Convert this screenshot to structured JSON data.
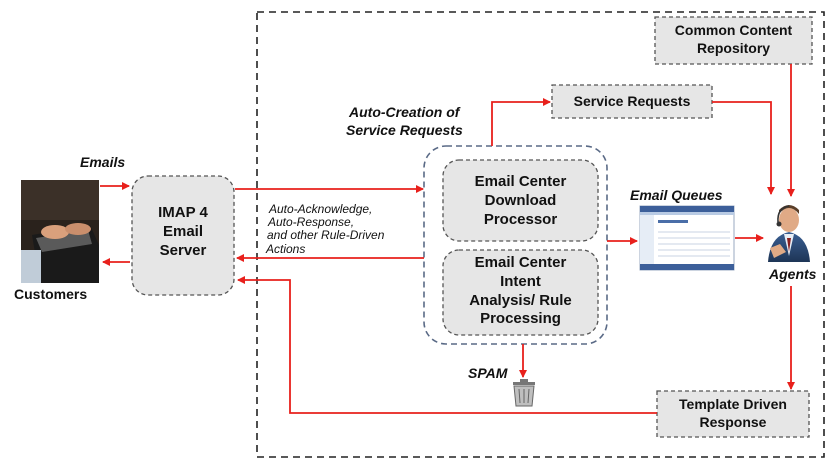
{
  "boxes": {
    "common_content_line1": "Common Content",
    "common_content_line2": "Repository",
    "service_requests": "Service Requests",
    "download_line1": "Email Center",
    "download_line2": "Download",
    "download_line3": "Processor",
    "intent_line1": "Email Center",
    "intent_line2": "Intent",
    "intent_line3": "Analysis/ Rule",
    "intent_line4": "Processing",
    "imap_line1": "IMAP 4",
    "imap_line2": "Email",
    "imap_line3": "Server",
    "template_line1": "Template Driven",
    "template_line2": "Response"
  },
  "labels": {
    "emails": "Emails",
    "customers": "Customers",
    "agents": "Agents",
    "email_queues": "Email Queues",
    "spam": "SPAM",
    "auto_creation_line1": "Auto-Creation of",
    "auto_creation_line2": "Service Requests",
    "auto_ack_line1": "Auto-Acknowledge,",
    "auto_ack_line2": "Auto-Response,",
    "auto_ack_line3": "and other Rule-Driven",
    "auto_ack_line4": "Actions"
  },
  "icons": {
    "customer_image": "person-typing-on-laptop",
    "agent_image": "agent-with-headset",
    "queue_image": "email-queue-screenshot",
    "spam_icon": "trash-can"
  },
  "colors": {
    "arrow": "#e8201c",
    "box_fill": "#e6e6e6",
    "border_dash": "#555555",
    "group_dash": "#5a6a86"
  }
}
